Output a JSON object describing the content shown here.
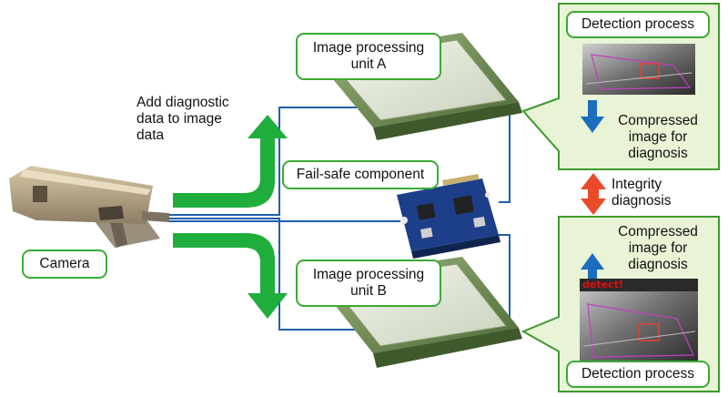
{
  "camera": {
    "label": "Camera"
  },
  "diag_note": {
    "line1": "Add diagnostic",
    "line2": "data to image",
    "line3": "data"
  },
  "unit_a": {
    "line1": "Image processing",
    "line2": "unit A"
  },
  "unit_b": {
    "line1": "Image processing",
    "line2": "unit B"
  },
  "failsafe": {
    "label": "Fail-safe component"
  },
  "panel_top": {
    "title": "Detection process",
    "caption_line1": "Compressed",
    "caption_line2": "image for",
    "caption_line3": "diagnosis"
  },
  "integrity": {
    "line1": "Integrity",
    "line2": "diagnosis"
  },
  "panel_bottom": {
    "title": "Detection process",
    "caption_line1": "Compressed",
    "caption_line2": "image for",
    "caption_line3": "diagnosis",
    "detect_tag": "detect!"
  },
  "colors": {
    "green_arrow": "#1fae3c",
    "pill_border": "#3aaa35",
    "panel_fill": "#e9f3d6",
    "panel_border": "#3d9a2e",
    "blue_line": "#1f5fb0",
    "blue_arrow": "#1c6cc0",
    "red_arrow": "#e84a2a"
  }
}
